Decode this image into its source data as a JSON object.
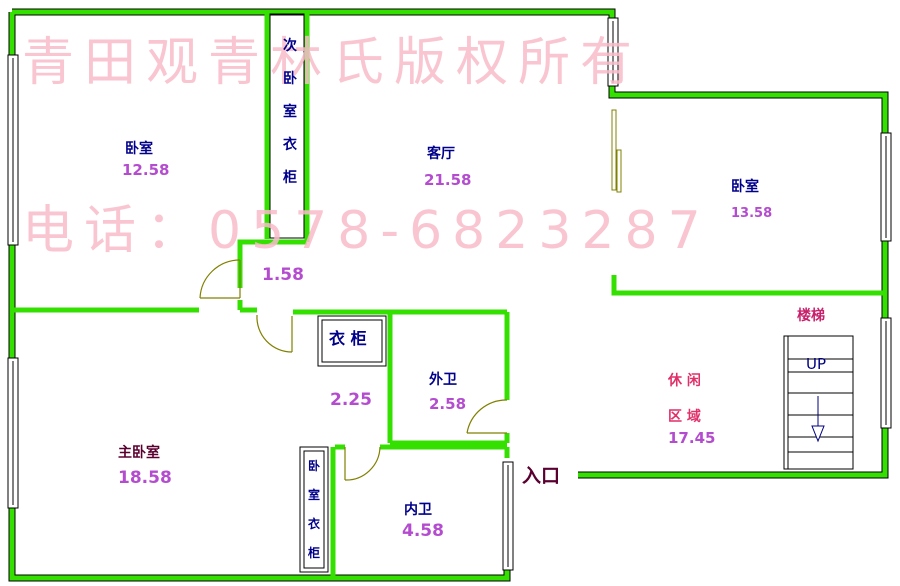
{
  "watermark": {
    "line1": "青田观青林氏版权所有",
    "line2": "电话：0578-6823287"
  },
  "rooms": {
    "bedroom_top_left": {
      "name": "卧室",
      "area": "12.58"
    },
    "second_bedroom_closet": {
      "chars": [
        "次",
        "卧",
        "室",
        "衣",
        "柜"
      ]
    },
    "living_room": {
      "name": "客厅",
      "area": "21.58"
    },
    "bedroom_right": {
      "name": "卧室",
      "area": "13.58"
    },
    "hall": {
      "area": "1.58"
    },
    "closet": {
      "name": "衣 柜"
    },
    "corridor": {
      "area": "2.25"
    },
    "outer_bath": {
      "name": "外卫",
      "area": "2.58"
    },
    "leisure": {
      "name_line1": "休 闲",
      "name_line2": "区 域",
      "area": "17.45"
    },
    "stairs": {
      "name": "楼梯",
      "up_label": "UP"
    },
    "master_bedroom": {
      "name": "主卧室",
      "area": "18.58"
    },
    "master_closet": {
      "chars": [
        "卧",
        "室",
        "衣",
        "柜"
      ]
    },
    "inner_bath": {
      "name": "内卫",
      "area": "4.58"
    },
    "entrance": {
      "name": "入口"
    }
  },
  "colors": {
    "wall": "#33e000",
    "wall_edge": "#000000",
    "room_name": "#00008b",
    "area": "#b44ccf",
    "leisure": "#e0306a",
    "stairs_label": "#c8206a",
    "entrance": "#5a0030",
    "door": "#808000",
    "watermark": "#f8bcc9"
  }
}
